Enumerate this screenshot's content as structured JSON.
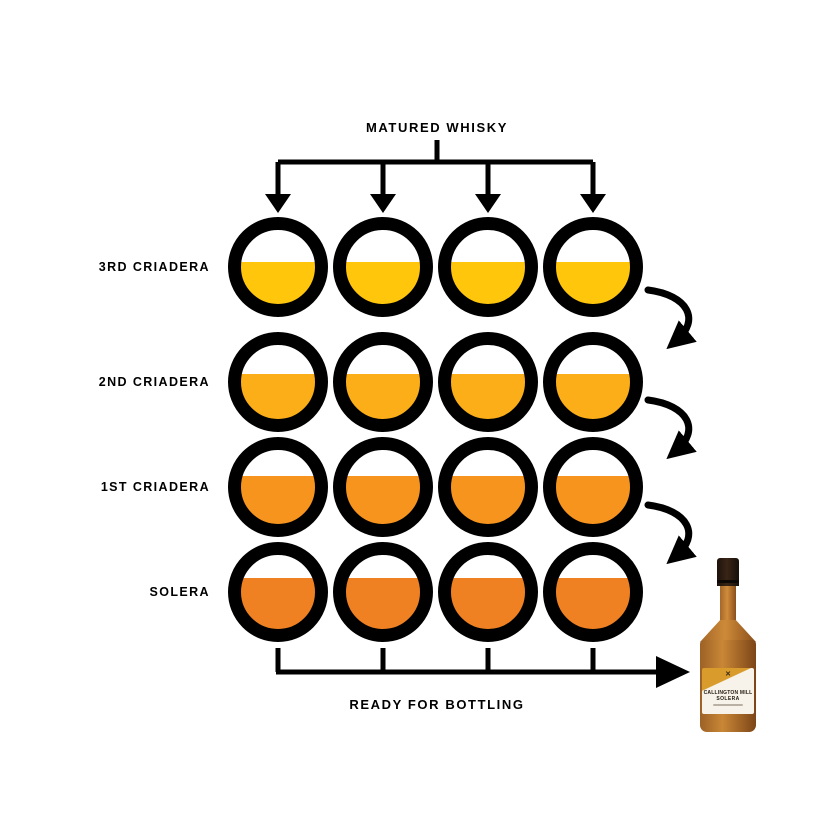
{
  "title": "MATURED WHISKY",
  "bottom_label": "READY FOR BOTTLING",
  "diagram": {
    "type": "solera-process-flow",
    "columns": 4,
    "rows": [
      {
        "label": "3RD CRIADERA",
        "color": "#FFC60B",
        "fill_pct": 57
      },
      {
        "label": "2ND CRIADERA",
        "color": "#FBAE17",
        "fill_pct": 61
      },
      {
        "label": "1ST CRIADERA",
        "color": "#F7941D",
        "fill_pct": 65
      },
      {
        "label": "SOLERA",
        "color": "#EF8122",
        "fill_pct": 69
      }
    ],
    "flow_color": "#000000"
  },
  "bottle": {
    "brand": "CALLINGTON MILL",
    "variant": "SOLERA",
    "logo_mark": "✕"
  }
}
